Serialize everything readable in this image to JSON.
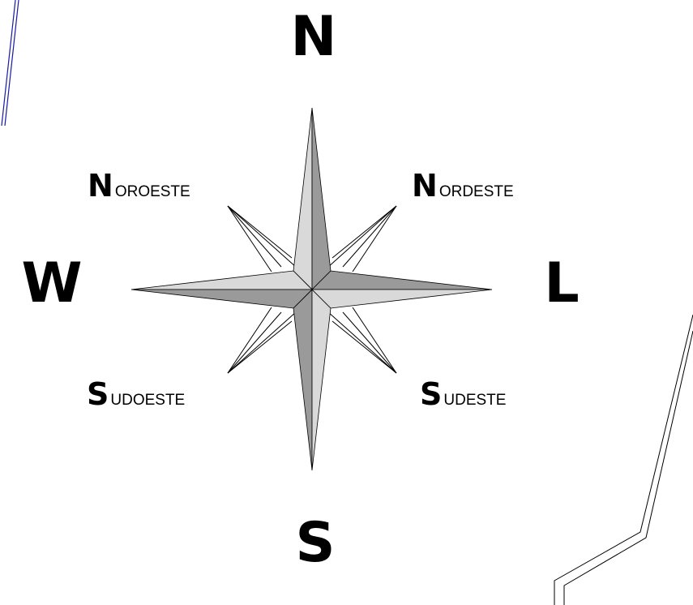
{
  "compass": {
    "north": "N",
    "south": "S",
    "west": "W",
    "east": "L",
    "northwest": {
      "initial": "N",
      "rest": "OROESTE"
    },
    "northeast": {
      "initial": "N",
      "rest": "ORDESTE"
    },
    "southwest": {
      "initial": "S",
      "rest": "UDOESTE"
    },
    "southeast": {
      "initial": "S",
      "rest": "UDESTE"
    }
  },
  "colors": {
    "point_light": "#d9d9d9",
    "point_dark": "#9a9a9a",
    "stroke": "#000000",
    "border_line_blue": "#1a1aa8"
  }
}
